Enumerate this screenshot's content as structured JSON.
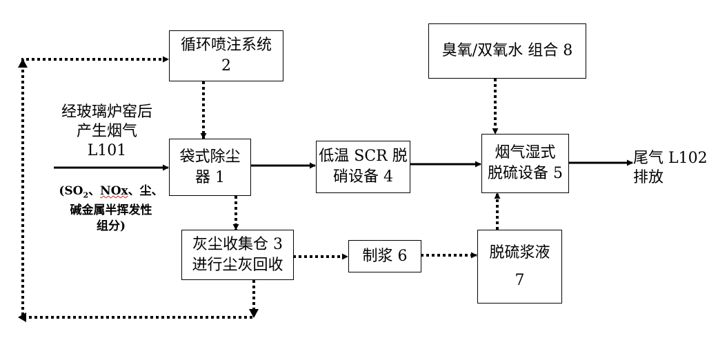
{
  "boxes": {
    "b2": {
      "line1": "循环喷注系统",
      "line2": "2"
    },
    "b1": {
      "line1": "袋式除尘",
      "line2": "器 1"
    },
    "b4": {
      "line1": "低温 SCR 脱",
      "line2": "硝设备 4"
    },
    "b5": {
      "line1": "烟气湿式",
      "line2": "脱硫设备 5"
    },
    "b8": {
      "line1": "臭氧/双氧水 组合 8"
    },
    "b3": {
      "line1": "灰尘收集仓 3",
      "line2": "进行尘灰回收"
    },
    "b6": {
      "line1": "制浆  6"
    },
    "b7": {
      "line1": "脱硫浆液",
      "line2": "7"
    }
  },
  "inlet": {
    "line1": "经玻璃炉窑后",
    "line2": "产生烟气",
    "line3": "L101"
  },
  "pollutants": {
    "open": "(",
    "so2_main": "SO",
    "so2_sub": "2",
    "sep1": "、",
    "nox": "NOx",
    "sep2": "、尘、",
    "line2": "碱金属半挥发性",
    "line3": "组分)"
  },
  "outlet": {
    "line1": "尾气 L102",
    "line2": "排放"
  }
}
